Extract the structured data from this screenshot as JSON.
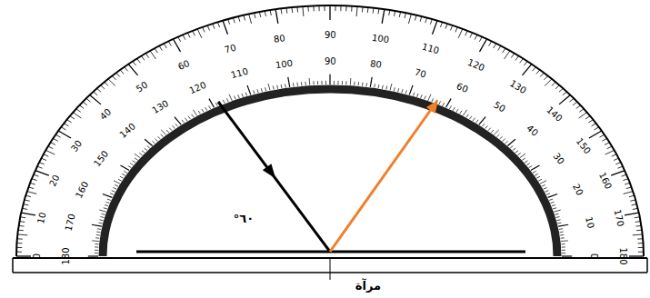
{
  "diagram": {
    "labels": [
      "0",
      "10",
      "20",
      "30",
      "40",
      "50",
      "60",
      "70",
      "80",
      "90",
      "100",
      "110",
      "120",
      "130",
      "140",
      "150",
      "160",
      "170",
      "180",
      "180",
      "170",
      "160",
      "150",
      "140",
      "130",
      "120",
      "110",
      "100",
      "90",
      "80",
      "70",
      "60",
      "50",
      "40",
      "30",
      "20",
      "10",
      "0",
      "°٦٠",
      "مرآة"
    ]
  }
}
